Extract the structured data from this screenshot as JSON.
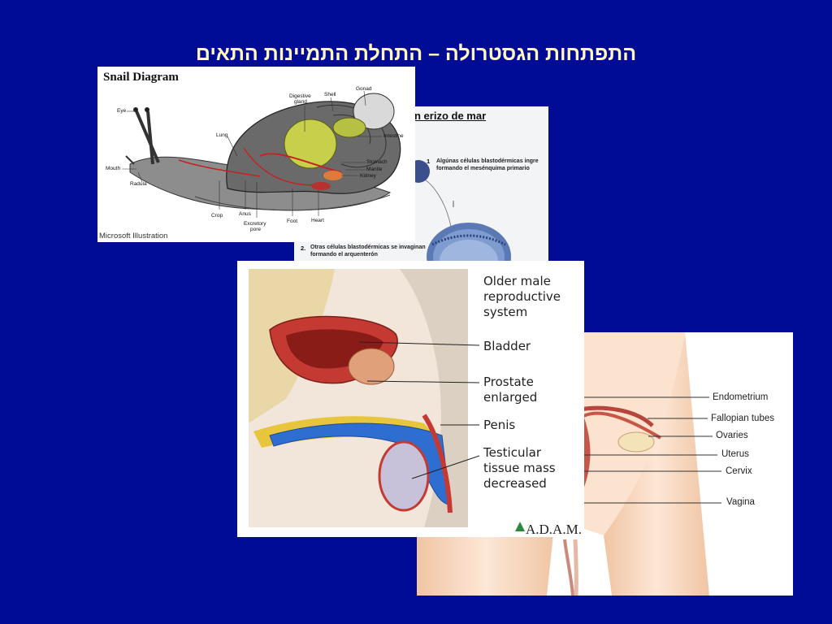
{
  "slide": {
    "title": "התפתחות הגסטרולה – התחלת התמיינות התאים"
  },
  "snail": {
    "title": "Snail Diagram",
    "credit": "Microsoft Illustration",
    "labels": {
      "eye": "Eye",
      "mouth": "Mouth",
      "radula": "Radula",
      "lung": "Lung",
      "digestive1": "Digestive",
      "digestive2": "gland",
      "shell": "Shell",
      "gonad": "Gonad",
      "intestine": "Intestine",
      "stomach": "Stomach",
      "mantle": "Mantle",
      "kidney": "Kidney",
      "crop": "Crop",
      "anus": "Anus",
      "excretory1": "Excretory",
      "excretory2": "pore",
      "foot": "Foot",
      "heart": "Heart"
    }
  },
  "urchin": {
    "title": "n erizo de mar",
    "step1_num": "1",
    "step1_text": "Algúnas células blastodérmicas ingre formando el mesénquima primario",
    "step2_num": "2.",
    "step2_text": "Otras células blastodérmicas se invaginan formando el arquenterón"
  },
  "female": {
    "labels": {
      "endometrium": "Endometrium",
      "fallopian": "Fallopian tubes",
      "ovaries": "Ovaries",
      "uterus": "Uterus",
      "cervix": "Cervix",
      "vagina": "Vagina"
    }
  },
  "male": {
    "labels": {
      "header": "Older male reproductive system",
      "bladder": "Bladder",
      "prostate": "Prostate enlarged",
      "penis": "Penis",
      "testicular": "Testicular tissue mass decreased"
    },
    "logo": "A.D.A.M."
  }
}
